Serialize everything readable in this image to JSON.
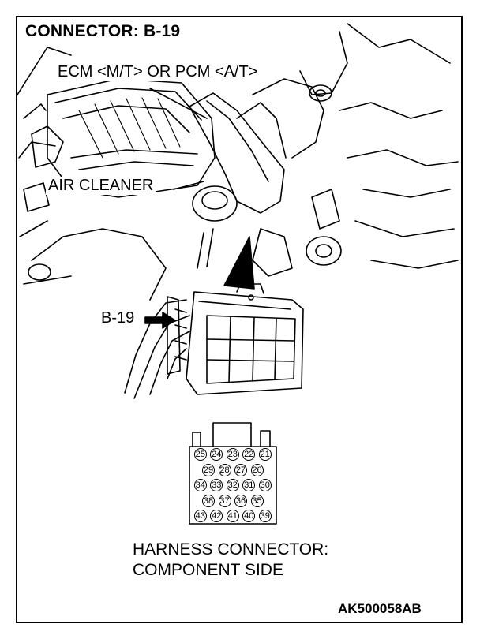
{
  "title": "CONNECTOR: B-19",
  "callouts": {
    "ecm_pcm": "ECM <M/T> OR PCM <A/T>",
    "air_cleaner": "AIR CLEANER",
    "connector_id": "B-19"
  },
  "harness_caption": {
    "line1": "HARNESS CONNECTOR:",
    "line2": "COMPONENT SIDE"
  },
  "pins": {
    "row1": [
      "25",
      "24",
      "23",
      "22",
      "21"
    ],
    "row2": [
      "29",
      "28",
      "27",
      "26"
    ],
    "row3": [
      "34",
      "33",
      "32",
      "31",
      "30"
    ],
    "row4": [
      "38",
      "37",
      "36",
      "35"
    ],
    "row5": [
      "43",
      "42",
      "41",
      "40",
      "39"
    ]
  },
  "figure_code": "AK500058AB",
  "colors": {
    "ink": "#000000",
    "paper": "#ffffff"
  }
}
